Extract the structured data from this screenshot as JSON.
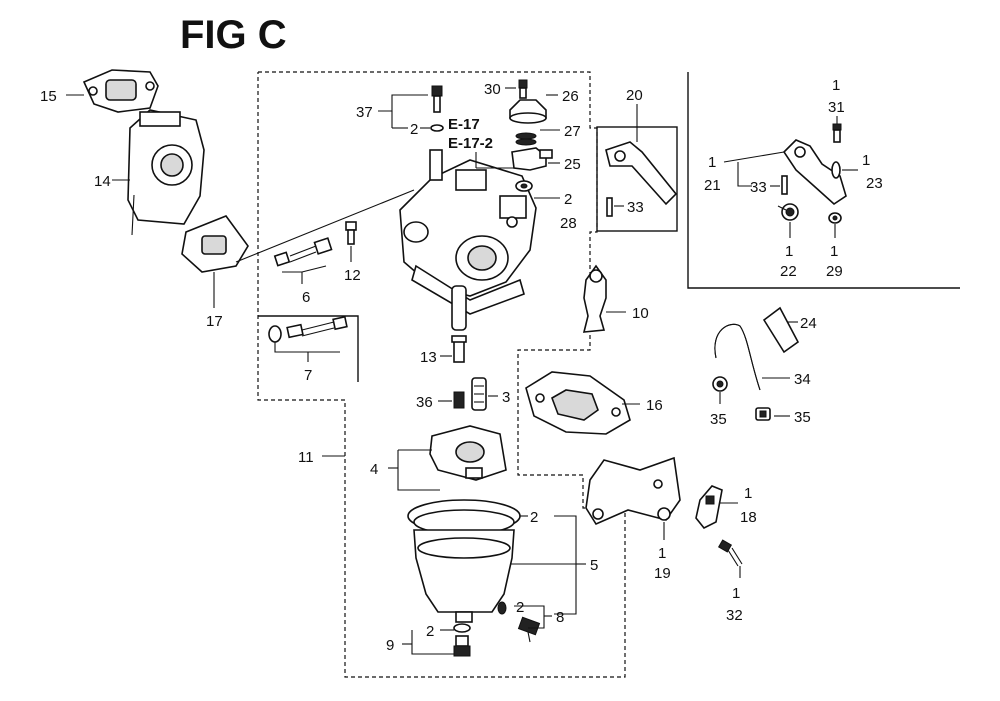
{
  "figure": {
    "title": "FIG C"
  },
  "references": [
    "E-17",
    "E-17-2"
  ],
  "callouts": {
    "c15": "15",
    "c14": "14",
    "c17": "17",
    "c37": "37",
    "c37q": "2",
    "c30": "30",
    "c26": "26",
    "c27": "27",
    "c25": "25",
    "c28a": "2",
    "c28b": "28",
    "c20": "20",
    "c33a": "33",
    "c21q": "1",
    "c21": "21",
    "c33b": "33",
    "c31q": "1",
    "c31": "31",
    "c23q": "1",
    "c23": "23",
    "c22q": "1",
    "c22": "22",
    "c29q": "1",
    "c29": "29",
    "c12": "12",
    "c6": "6",
    "c7": "7",
    "c10": "10",
    "c24": "24",
    "c34": "34",
    "c13": "13",
    "c36": "36",
    "c3": "3",
    "c16": "16",
    "c35a": "35",
    "c35b": "35",
    "c11": "11",
    "c4": "4",
    "c18q": "1",
    "c18": "18",
    "c2a": "2",
    "c5": "5",
    "c19q": "1",
    "c19": "19",
    "c32q": "1",
    "c32": "32",
    "c8q": "2",
    "c8": "8",
    "c9q": "2",
    "c9": "9"
  }
}
